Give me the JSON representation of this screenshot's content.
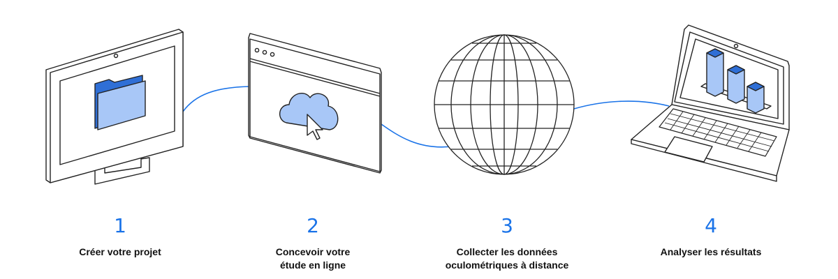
{
  "colors": {
    "accent": "#1a73e8",
    "icon_fill": "#a8c7f7",
    "icon_fill_dark": "#2f6fd6",
    "outline": "#222222",
    "text": "#111111"
  },
  "steps": [
    {
      "number": "1",
      "label": "Créer votre projet",
      "icon": "desktop-folder-icon"
    },
    {
      "number": "2",
      "label": "Concevoir votre\nétude en ligne",
      "icon": "browser-cloud-icon"
    },
    {
      "number": "3",
      "label": "Collecter les données\noculométriques à distance",
      "icon": "globe-icon"
    },
    {
      "number": "4",
      "label": "Analyser les résultats",
      "icon": "laptop-chart-icon"
    }
  ]
}
